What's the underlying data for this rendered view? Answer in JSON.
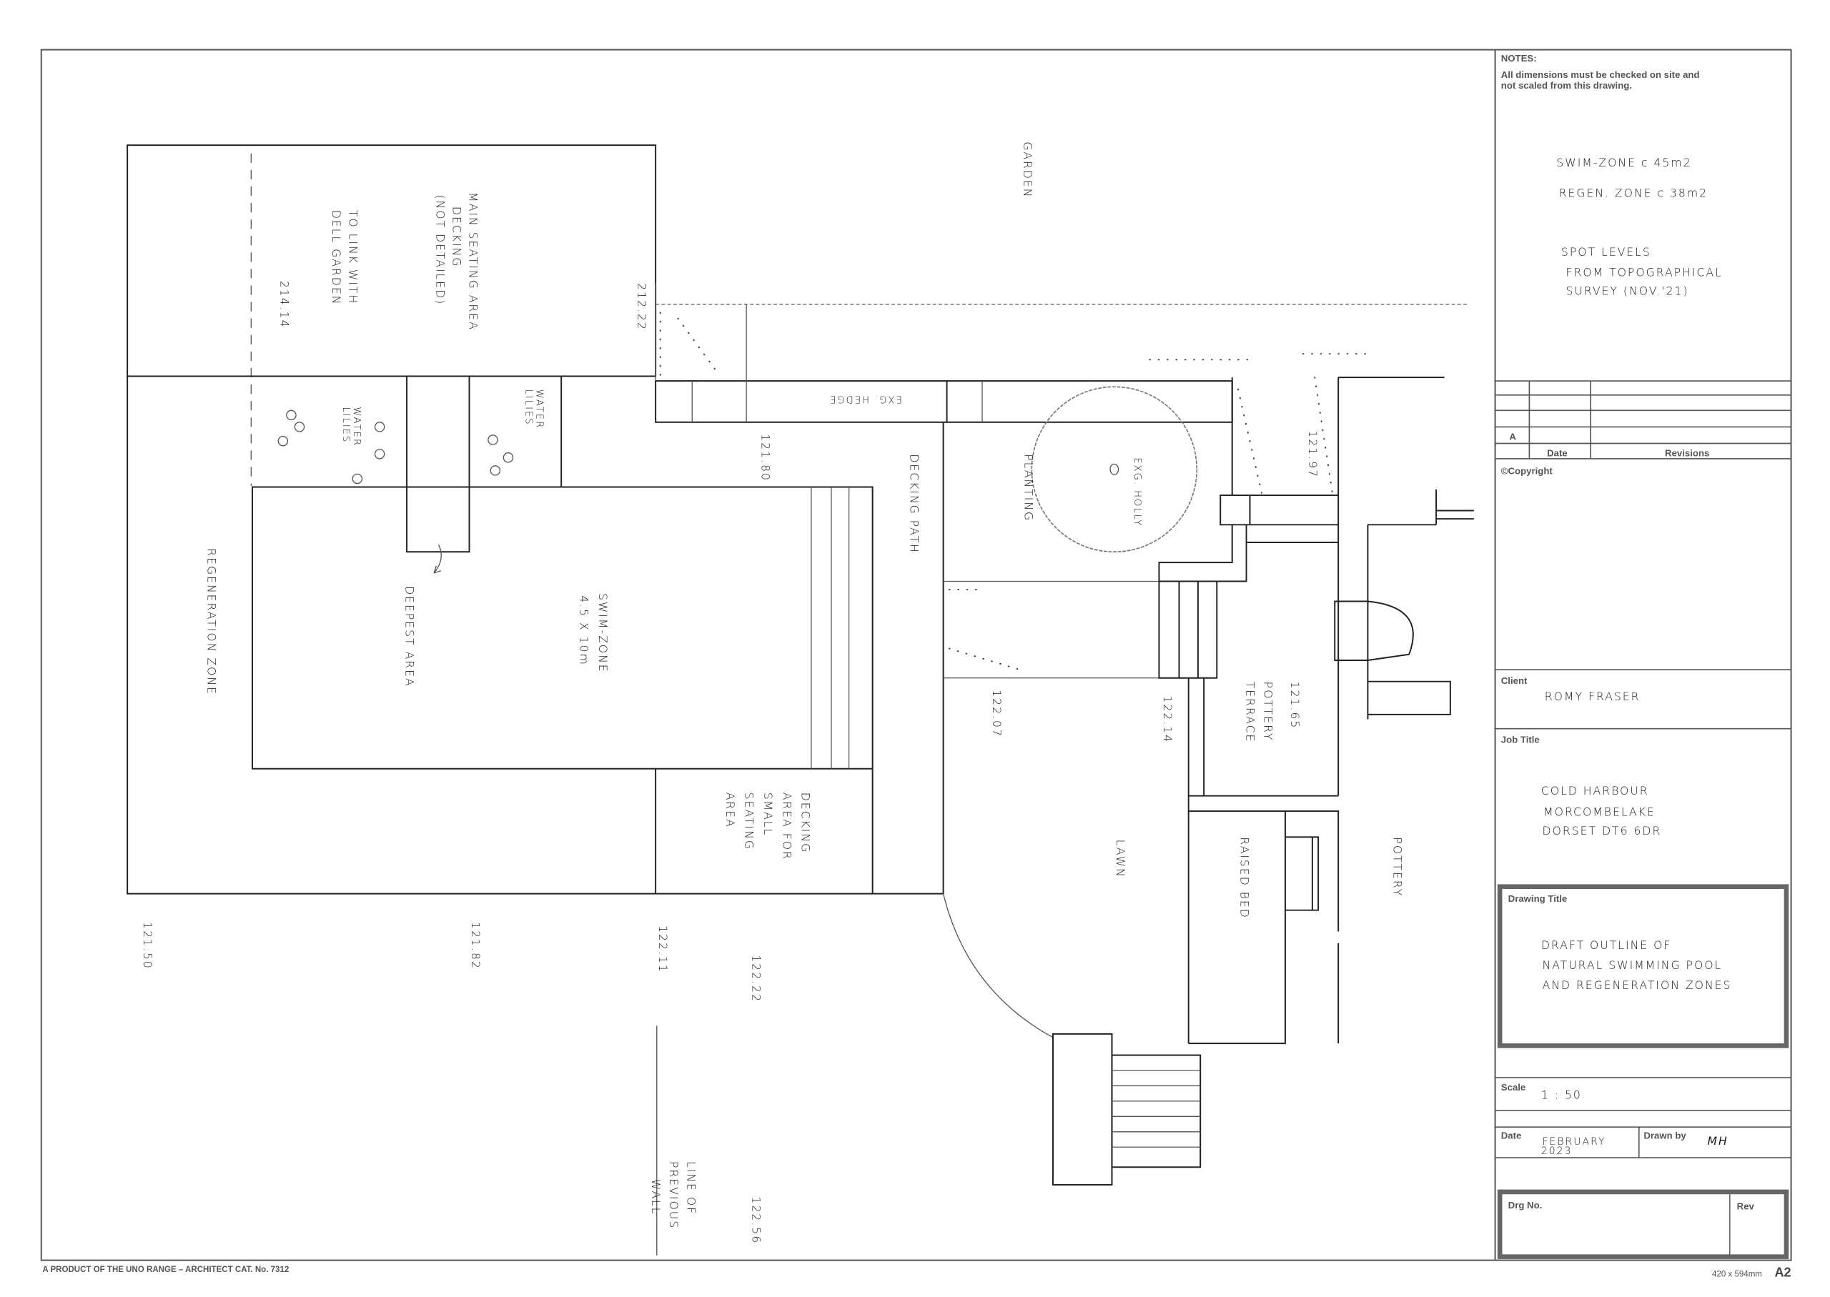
{
  "notes": {
    "heading": "NOTES:",
    "line1": "All dimensions must be checked on site and",
    "line2": "not scaled from this drawing.",
    "swim_area": "SWIM-ZONE c 45m2",
    "regen_area": "REGEN. ZONE c 38m2",
    "spot1": "SPOT LEVELS",
    "spot2": "FROM TOPOGRAPHICAL",
    "spot3": "SURVEY (NOV.'21)"
  },
  "revisions": {
    "row_letter": "A",
    "date_header": "Date",
    "revisions_header": "Revisions"
  },
  "copyright": "©Copyright",
  "client": {
    "label": "Client",
    "value": "ROMY FRASER"
  },
  "job": {
    "label": "Job Title",
    "line1": "COLD HARBOUR",
    "line2": "MORCOMBELAKE",
    "line3": "DORSET   DT6 6DR"
  },
  "drawing_title": {
    "label": "Drawing Title",
    "line1": "DRAFT OUTLINE OF",
    "line2": "NATURAL SWIMMING POOL",
    "line3": "AND REGENERATION ZONES"
  },
  "scale": {
    "label": "Scale",
    "value": "1 : 50"
  },
  "date": {
    "label": "Date",
    "line1": "FEBRUARY",
    "line2": "2023"
  },
  "drawn_by": {
    "label": "Drawn by",
    "value": "MH"
  },
  "drg_no": {
    "label": "Drg No."
  },
  "rev": {
    "label": "Rev"
  },
  "footer": {
    "product": "A PRODUCT OF THE UNO RANGE – ARCHITECT CAT. No. 7312",
    "size": "420 x 594mm",
    "paper": "A2"
  },
  "plan": {
    "garden": "GARDEN",
    "main_seating": [
      "MAIN SEATING AREA",
      "DECKING",
      "(NOT DETAILED)"
    ],
    "link": [
      "TO LINK WITH",
      "DELL GARDEN"
    ],
    "water_lilies": [
      "WATER",
      "LILIES"
    ],
    "hedge": "EXG. HEDGE",
    "decking_path": "DECKING PATH",
    "planting": "PLANTING",
    "holly": "EXG. HOLLY",
    "regeneration_zone": "REGENERATION ZONE",
    "deepest_area": "DEEPEST AREA",
    "swim_zone": [
      "SWIM-ZONE",
      "4.5 X 10m"
    ],
    "decking_small": [
      "DECKING",
      "AREA FOR",
      "SMALL",
      "SEATING",
      "AREA"
    ],
    "pottery_terrace": [
      "POTTERY",
      "TERRACE"
    ],
    "lawn": "LAWN",
    "raised_bed": "RAISED BED",
    "pottery": "POTTERY",
    "previous_wall": [
      "LINE OF",
      "PREVIOUS",
      "WALL"
    ],
    "levels": {
      "l214_14": "214.14",
      "l212_22": "212.22",
      "l121_80": "121.80",
      "l121_97": "121.97",
      "l122_07": "122.07",
      "l122_14": "122.14",
      "l121_65": "121.65",
      "l121_50": "121.50",
      "l121_82": "121.82",
      "l122_11": "122.11",
      "l122_22": "122.22",
      "l122_56": "122.56"
    }
  }
}
